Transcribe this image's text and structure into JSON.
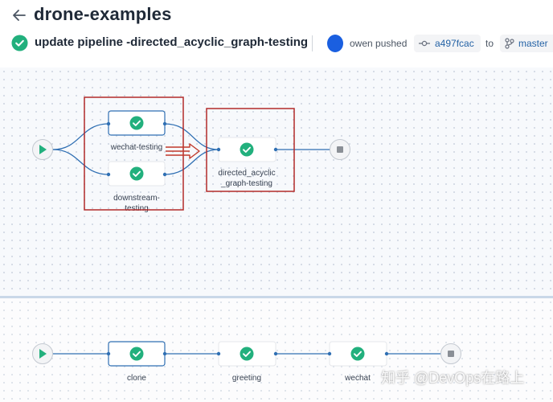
{
  "header": {
    "repo_name": "drone-examples",
    "build_title": "update pipeline -directed_acyclic_graph-testing",
    "author": "owen pushed",
    "commit": "a497fcac",
    "to_label": "to",
    "branch": "master"
  },
  "pipeline_graph": {
    "nodes": [
      {
        "label": "wechat-testing",
        "status": "success"
      },
      {
        "label": "downstream-",
        "label2": "testing",
        "status": "success"
      },
      {
        "label": "directed_acyclic",
        "label2": "_graph-testing",
        "status": "success"
      }
    ]
  },
  "step_graph": {
    "steps": [
      {
        "label": "clone",
        "status": "success"
      },
      {
        "label": "greeting",
        "status": "success"
      },
      {
        "label": "wechat",
        "status": "success"
      }
    ]
  },
  "watermark": "知乎 @DevOps在路上",
  "colors": {
    "success": "#22b07d",
    "start": "#22b07d",
    "highlight": "#b22a2a",
    "edge": "#2f6fb3",
    "brand_link": "#2563a6"
  }
}
